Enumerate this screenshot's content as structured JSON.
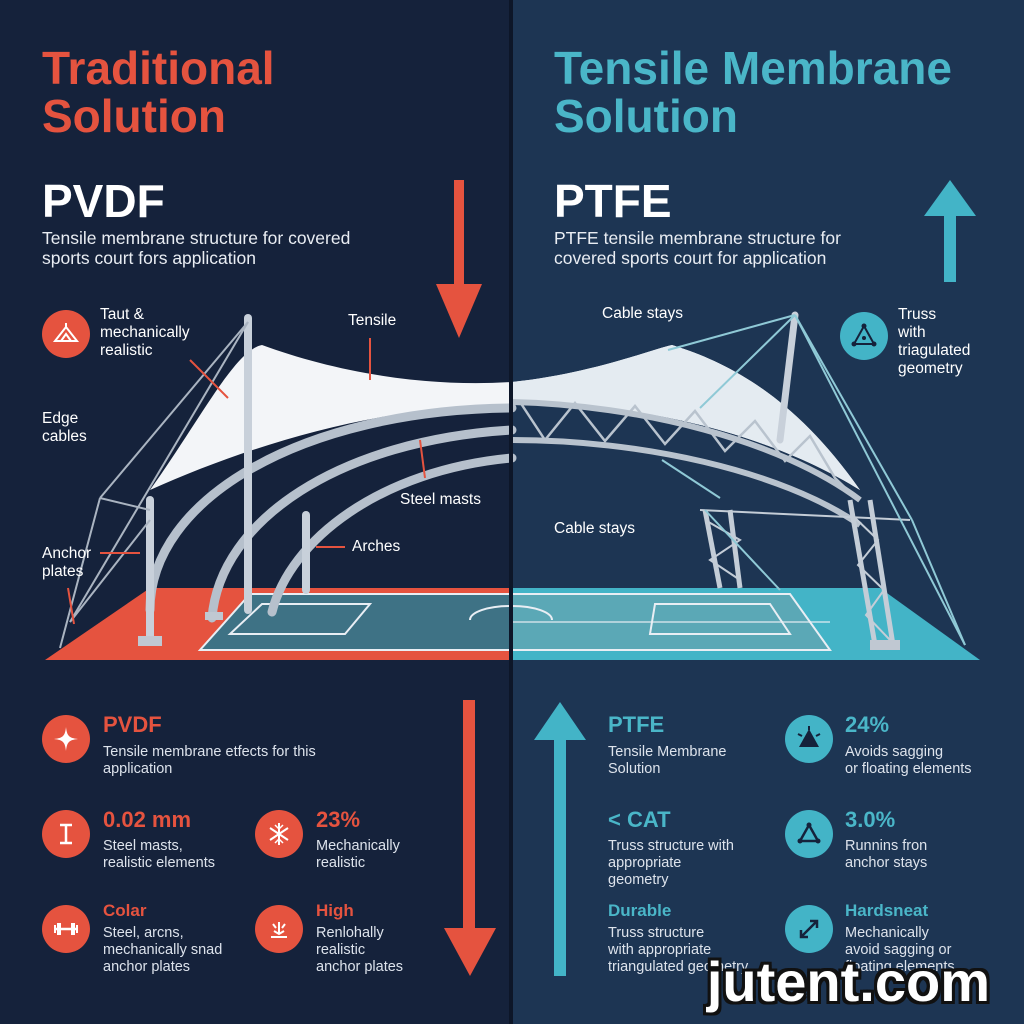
{
  "colors": {
    "left_bg": "#15223b",
    "right_bg": "#1d3553",
    "red": "#e5533f",
    "teal": "#43b4c7"
  },
  "left": {
    "heading_line1": "Traditional",
    "heading_line2": "Solution",
    "code": "PVDF",
    "description": "Tensile membrane structure for covered sports court fors application",
    "labels": {
      "taut": "Taut &\nmechanically\nrealistic",
      "tensile": "Tensile",
      "edge_cables": "Edge\ncables",
      "steel_masts": "Steel masts",
      "anchor_plates": "Anchor\nplates",
      "arches": "Arches"
    },
    "stats": [
      {
        "title": "PVDF",
        "desc": "Tensile membrane etfects for this\napplication",
        "icon": "star-icon"
      },
      {
        "title": "0.02 mm",
        "desc": "Steel masts,\nrealistic elements",
        "icon": "i-beam-icon"
      },
      {
        "title": "23%",
        "desc": "Mechanically\nrealistic",
        "icon": "snowflake-icon"
      },
      {
        "title": "Colar",
        "desc": "Steel, arcns,\nmechanically snad\nanchor plates",
        "icon": "dumbbell-icon"
      },
      {
        "title": "High",
        "desc": "Renlohally\nrealistic\nanchor plates",
        "icon": "impact-icon"
      }
    ]
  },
  "right": {
    "heading_line1": "Tensile Membrane",
    "heading_line2": "Solution",
    "code": "PTFE",
    "description": "PTFE tensile membrane structure for covered sports court for application",
    "labels": {
      "cable_stays_top": "Cable stays",
      "truss": "Truss\nwith\ntriagulated\ngeometry",
      "cable_stays_mid": "Cable stays"
    },
    "stats": [
      {
        "title": "PTFE",
        "desc": "Tensile Membrane\nSolution",
        "icon": ""
      },
      {
        "title": "24%",
        "desc": "Avoids sagging\nor floating elements",
        "icon": "warning-triangle-icon"
      },
      {
        "title": "< CAT",
        "desc": "Truss structure with\nappropriate\ngeometry",
        "icon": ""
      },
      {
        "title": "3.0%",
        "desc": "Runnins fron\nanchor stays",
        "icon": "triangle-nodes-icon"
      },
      {
        "title": "Durable",
        "desc": "Truss structure\nwith appropriate\ntriangulated geometry",
        "icon": ""
      },
      {
        "title": "Hardsneat",
        "desc": "Mechanically\navoid sagging or\nfloating elements",
        "icon": "diagonal-arrows-icon"
      }
    ]
  },
  "watermark": "jutent.com"
}
